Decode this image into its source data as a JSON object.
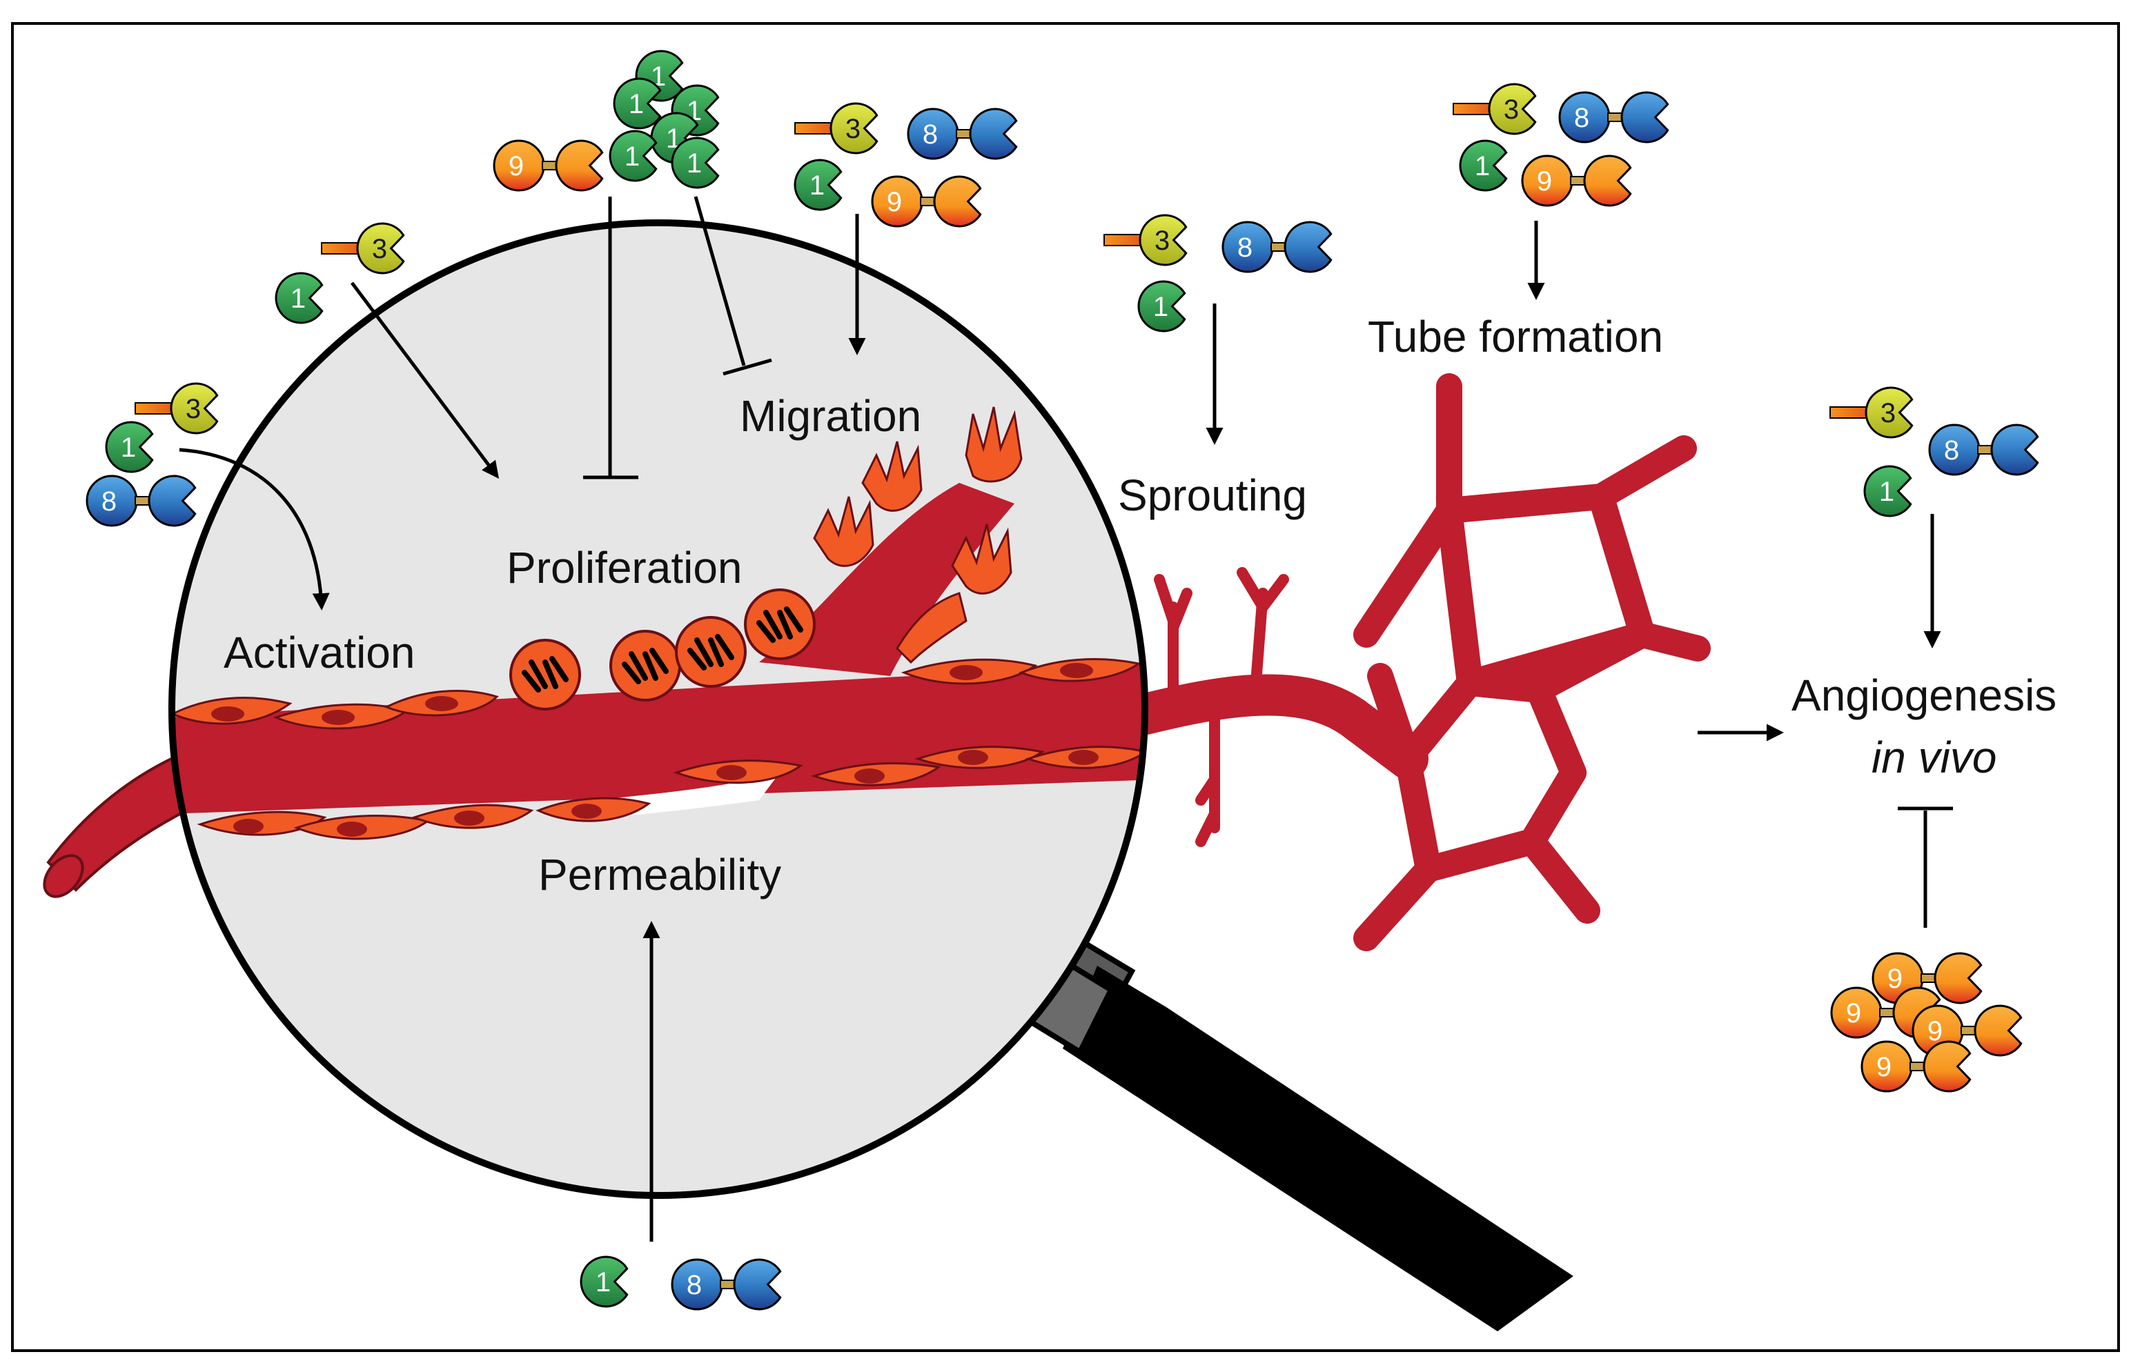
{
  "labels": {
    "activation": "Activation",
    "proliferation": "Proliferation",
    "migration": "Migration",
    "permeability": "Permeability",
    "sprouting": "Sprouting",
    "tube_formation": "Tube formation",
    "angiogenesis": "Angiogenesis",
    "in_vivo": "in vivo"
  },
  "molecule_numbers": {
    "one": "1",
    "three": "3",
    "eight": "8",
    "nine": "9"
  },
  "colors": {
    "vessel": "#be1e2d",
    "cell": "#f15a24",
    "nucleus": "#9e1a1a",
    "lens_fill": "#e6e6e6",
    "green": "#2e9e4f",
    "yellow": "#c9d32a",
    "blue": "#2e7ec9",
    "orange": "#f7941d"
  }
}
